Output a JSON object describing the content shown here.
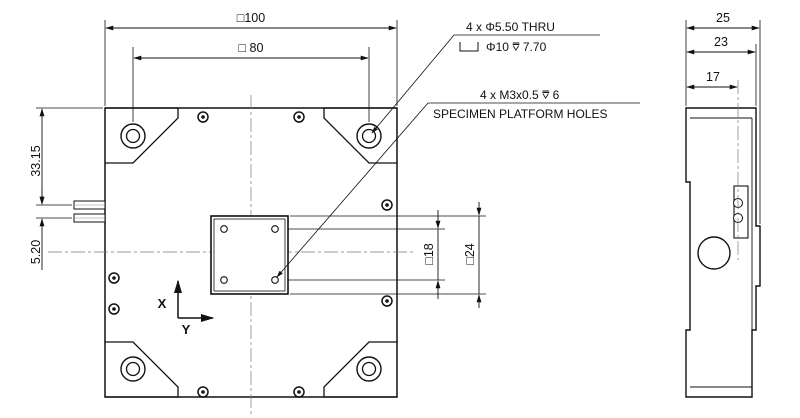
{
  "dimensions": {
    "width_overall": "□100",
    "width_hole_spacing": "□ 80",
    "side_depth_25": "25",
    "side_depth_23": "23",
    "side_depth_17": "17",
    "height_33_15": "33.15",
    "height_5_20": "5.20",
    "platform_18": "□18",
    "platform_24": "□24"
  },
  "notes": {
    "thru_holes_line1": "4 x Φ5.50 THRU",
    "thru_holes_line2": "Φ10 ⩢ 7.70",
    "specimen_holes_line1": "4 x M3x0.5 ⩢ 6",
    "specimen_holes_line2": "SPECIMEN PLATFORM HOLES"
  },
  "axes": {
    "x_label": "X",
    "y_label": "Y"
  }
}
